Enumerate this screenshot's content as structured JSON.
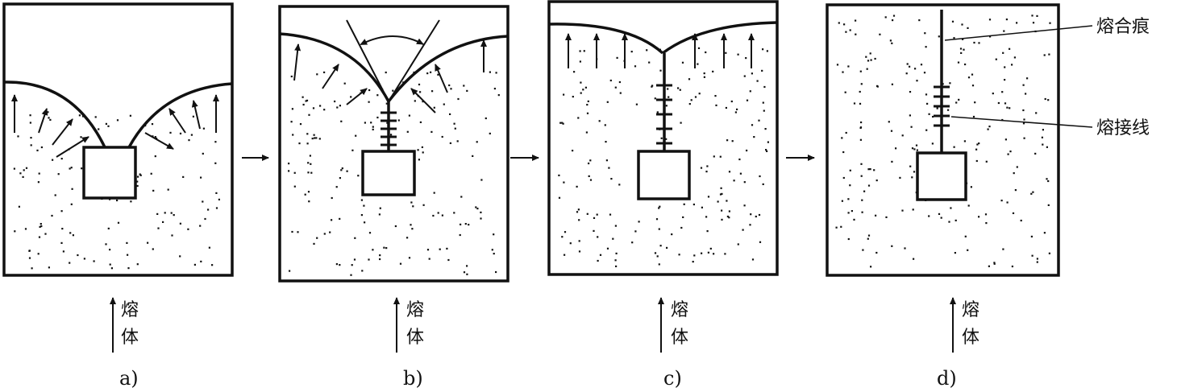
{
  "callouts": {
    "weld_mark": "熔合痕",
    "weld_line": "熔接线"
  },
  "melt_label": {
    "line1": "熔",
    "line2": "体"
  },
  "panels": [
    {
      "id": "a",
      "caption": "a)"
    },
    {
      "id": "b",
      "caption": "b)"
    },
    {
      "id": "c",
      "caption": "c)"
    },
    {
      "id": "d",
      "caption": "d)"
    }
  ],
  "colors": {
    "ink": "#111111",
    "paper": "#ffffff"
  }
}
